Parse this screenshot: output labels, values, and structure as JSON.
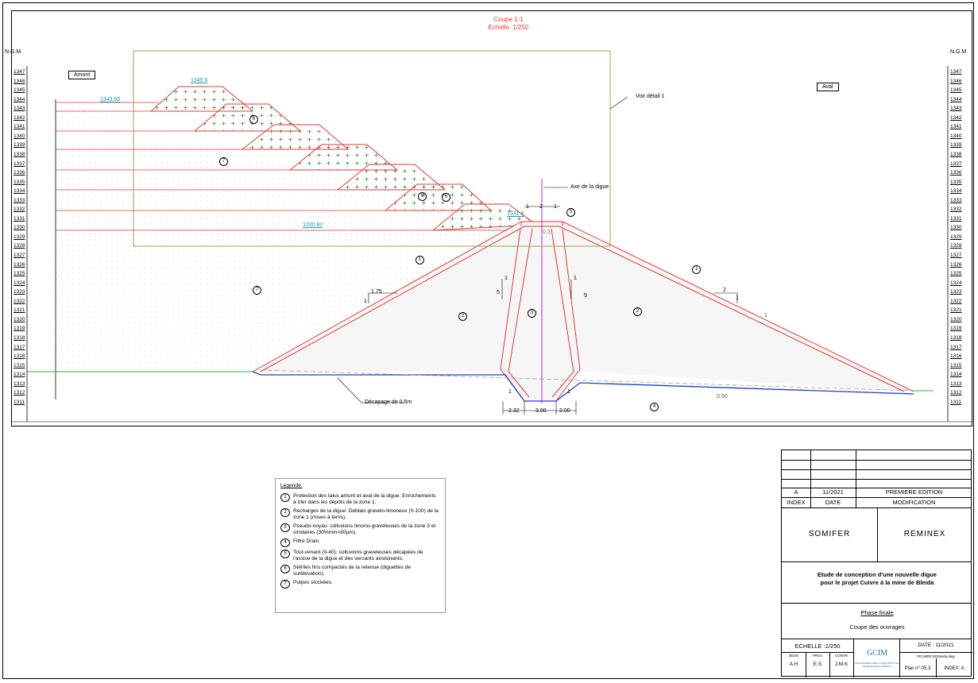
{
  "title": {
    "line1": "Coupe 1-1",
    "line2": "Echelle: 1/250"
  },
  "axis": {
    "left_label": "N.G.M",
    "right_label": "N.G.M",
    "ticks": [
      "1347",
      "1346",
      "1345",
      "1344",
      "1343",
      "1342",
      "1341",
      "1340",
      "1339",
      "1338",
      "1337",
      "1336",
      "1335",
      "1334",
      "1333",
      "1332",
      "1331",
      "1330",
      "1329",
      "1328",
      "1327",
      "1326",
      "1325",
      "1324",
      "1323",
      "1322",
      "1321",
      "1320",
      "1319",
      "1318",
      "1317",
      "1316",
      "1315",
      "1314",
      "1313",
      "1312",
      "1311"
    ]
  },
  "labels": {
    "amont": "Amont",
    "aval": "Aval",
    "voir_detail": "Voir détail 1",
    "axe_digue": "Axe de la digue",
    "decapage": "Décapage de 0.5m",
    "elev_1345": "1345.6",
    "elev_1343": "1343.85",
    "elev_1331": "1331.8",
    "elev_1330": "1330.82",
    "slope_up_h": "1.75",
    "slope_up_v": "1",
    "slope_core_l_v": "1",
    "slope_core_l_h": "5",
    "slope_core_r_v": "1",
    "slope_core_r_h": "5",
    "slope_down_h": "2",
    "slope_down_v": "1",
    "crest_w1": "1",
    "crest_w2": "2",
    "crest_w3": "1",
    "crest_033": "0.3",
    "dim_232": "2.32",
    "dim_300": "3.00",
    "dim_200": "2.00",
    "dim_050": "0.50",
    "slope_small_1": "1",
    "slope_small_2": "1",
    "slope_small_3": "1"
  },
  "zones": {
    "z1": "1",
    "z2": "2",
    "z3": "3",
    "z4": "4",
    "z5": "5",
    "z6": "6",
    "z7": "7"
  },
  "legend": {
    "title": "Légende:",
    "items": [
      {
        "n": "1",
        "text": "Protection des talus amont et aval de la digue: Enrochements à trier dans les dépôts de la zone 1."
      },
      {
        "n": "2",
        "text": "Recharges de la digue: Déblais gravelo-limoneux (0-100) de la zone 1 (mises à terris)."
      },
      {
        "n": "3",
        "text": "Pseudo-noyau: colluvions limono-graveleuses de la zone 3 et similaires (30%min<80µm)."
      },
      {
        "n": "4",
        "text": "Filtre Drain."
      },
      {
        "n": "5",
        "text": "Tout-venant (0-40): colluvions graveleuses décapées de l'assise de la digue et des versants avoisinants."
      },
      {
        "n": "6",
        "text": "Stériles fins compactés de la retenue (diguettes de surélévation)."
      },
      {
        "n": "7",
        "text": "Pulpes stockées."
      }
    ]
  },
  "title_block": {
    "rev_index": "A",
    "rev_date": "11/2021",
    "rev_mod": "PREMIERE EDITION",
    "h_index": "INDEX",
    "h_date": "DATE",
    "h_mod": "MODIFICATION",
    "company1": "SOMIFER",
    "company2": "REMINEX",
    "project_line1": "Etude de conception d'une nouvelle digue",
    "project_line2": "pour le projet Cuivre à la mine de Bleida",
    "phase": "Phase finale",
    "sheet": "Coupe des ouvrages",
    "echelle": "ECHELLE :1/250",
    "date": "DATE : 11/2021",
    "dess_h": "DESS",
    "dess": "A.H",
    "proj_h": "PROJ",
    "proj": "E.S",
    "contr_h": "CONTR",
    "contr": "J.M.K",
    "logo": "GCIM",
    "logo_sub": "GROUPEMENT DES CONSULTANTS ET INGENIEURS DU MAROC",
    "fichier": "FICHIER:0315eida.dwg",
    "plan": "Plan n°:05.3",
    "index": "INDEX: A"
  },
  "colors": {
    "red": "#e53935",
    "green": "#2e7d32",
    "blue": "#1e3fd6",
    "magenta": "#c026d3",
    "olive": "#9aa84a",
    "cyan": "#1e9bb3"
  }
}
